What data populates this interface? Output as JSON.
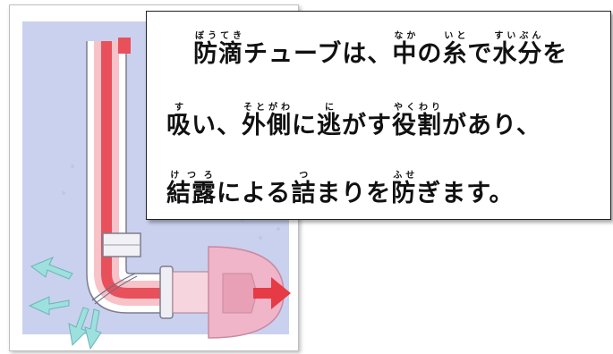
{
  "callout": {
    "line1": [
      {
        "t": "防滴",
        "r": "ぼうてき"
      },
      {
        "t": "チューブは、"
      },
      {
        "t": "中",
        "r": "なか"
      },
      {
        "t": "の"
      },
      {
        "t": "糸",
        "r": "いと"
      },
      {
        "t": "で"
      },
      {
        "t": "水分",
        "r": "すいぶん"
      },
      {
        "t": "を"
      }
    ],
    "line2": [
      {
        "t": "吸",
        "r": "す"
      },
      {
        "t": "い、"
      },
      {
        "t": "外側",
        "r": "そとがわ"
      },
      {
        "t": "に"
      },
      {
        "t": "逃",
        "r": "に"
      },
      {
        "t": "がす"
      },
      {
        "t": "役割",
        "r": "やくわり"
      },
      {
        "t": "があり、"
      }
    ],
    "line3": [
      {
        "t": "結露",
        "r": "けつろ"
      },
      {
        "t": "による"
      },
      {
        "t": "詰",
        "r": "つ"
      },
      {
        "t": "まりを"
      },
      {
        "t": "防",
        "r": "ふせ"
      },
      {
        "t": "ぎます。"
      }
    ]
  },
  "illustration": {
    "subject": "drip-proof-tube-diagram",
    "colors": {
      "background_panel": "#c9d1ee",
      "tube_core": "#e8505b",
      "tube_glow": "#f7c2c8",
      "tube_outline": "#7d7d8c",
      "vapor_arrows": "#9de0de",
      "output_arrow": "#e63a45",
      "cap": "#f1b5c9"
    }
  }
}
